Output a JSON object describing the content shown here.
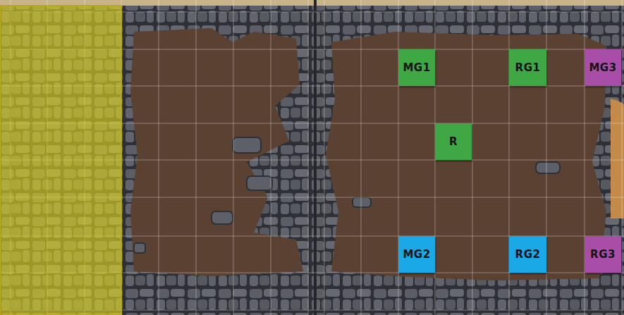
{
  "diagram": {
    "nodes": [
      {
        "text": [
          "MG1"
        ]
      },
      {
        "text": [
          "RG1"
        ]
      },
      {
        "text": [
          "MG3"
        ]
      },
      {
        "text": [
          "R"
        ]
      },
      {
        "text": [
          "MG2"
        ]
      },
      {
        "text": [
          "RG2"
        ]
      },
      {
        "text": [
          "RG3"
        ]
      }
    ]
  }
}
